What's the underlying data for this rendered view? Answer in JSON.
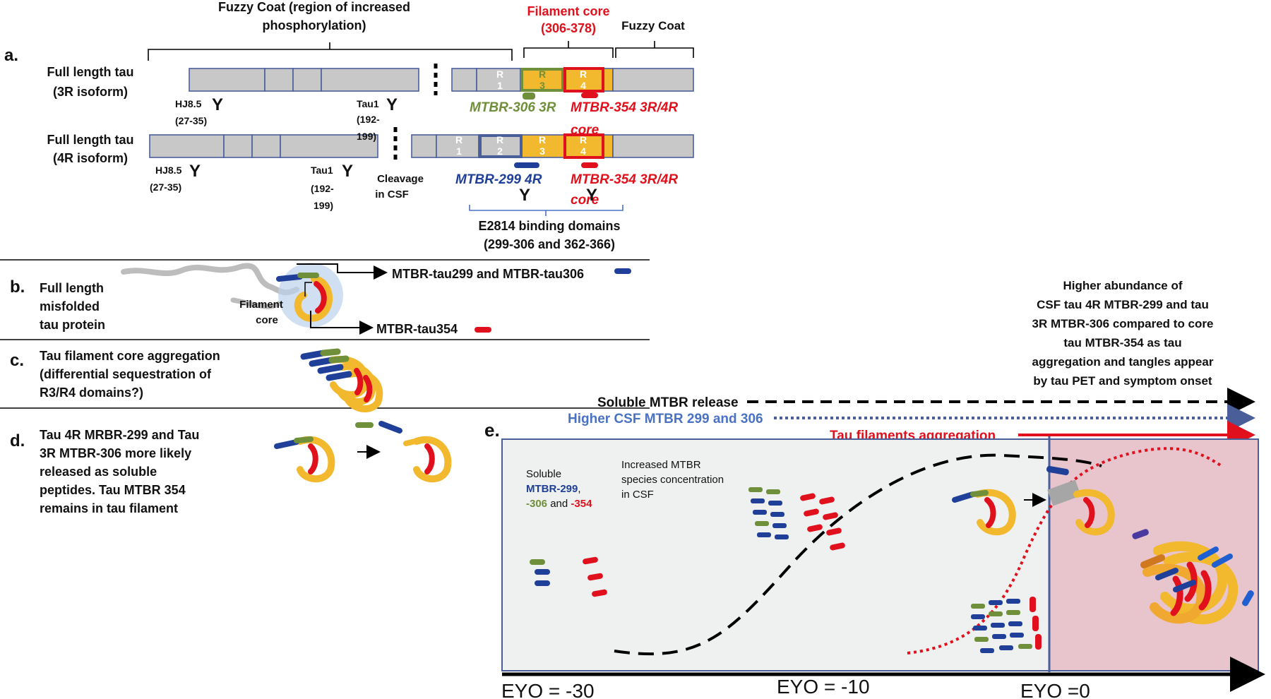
{
  "panel_a": {
    "label": "a.",
    "fuzzy_coat_left_line1": "Fuzzy Coat (region of increased",
    "fuzzy_coat_left_line2": "phosphorylation)",
    "filament_core_title": "Filament core",
    "filament_core_range": "(306-378)",
    "fuzzy_coat_right": "Fuzzy Coat",
    "tau3r_line1": "Full length tau",
    "tau3r_line2": "(3R isoform)",
    "tau4r_line1": "Full length tau",
    "tau4r_line2": "(4R isoform)",
    "r1": "R",
    "r1n": "1",
    "r2": "R",
    "r2n": "2",
    "r3": "R",
    "r3n": "3",
    "r4": "R",
    "r4n": "4",
    "antibody_symbol": "Y",
    "hj85": "HJ8.5",
    "hj85_range": "(27-35)",
    "tau1": "Tau1",
    "tau1_range_a": "(192-",
    "tau1_range_b": "199)",
    "tau1_range_c": "199)",
    "mtbr306": "MTBR-306 3R",
    "mtbr354": "MTBR-354 3R/4R",
    "core": "core",
    "mtbr299": "MTBR-299 4R",
    "cleavage_line1": "Cleavage",
    "cleavage_line2": "in CSF",
    "e2814_line1": "E2814 binding domains",
    "e2814_line2": "(299-306 and 362-366)"
  },
  "panel_b": {
    "label": "b.",
    "line1": "Full length",
    "line2": "misfolded",
    "line3": "tau protein",
    "filament_line1": "Filament",
    "filament_line2": "core",
    "arrow_top": "MTBR-tau299 and MTBR-tau306",
    "arrow_bottom": "MTBR-tau354"
  },
  "panel_c": {
    "label": "c.",
    "line1": "Tau filament core aggregation",
    "line2": "(differential sequestration of",
    "line3": "R3/R4 domains?)"
  },
  "panel_d": {
    "label": "d.",
    "line1": "Tau 4R MRBR-299 and Tau",
    "line2": "3R MTBR-306 more likely",
    "line3": "released as soluble",
    "line4": "peptides. Tau MTBR 354",
    "line5": "remains in tau filament"
  },
  "panel_e": {
    "label": "e.",
    "header_line1": "Higher abundance of",
    "header_line2": "CSF tau 4R MTBR-299 and tau",
    "header_line3": "3R MTBR-306 compared to core",
    "header_line4": "tau MTBR-354 as tau",
    "header_line5": "aggregation and tangles appear",
    "header_line6": "by tau PET and symptom onset",
    "legend_soluble": "Soluble MTBR release",
    "legend_csf": "Higher CSF MTBR 299 and 306",
    "legend_agg": "Tau filaments aggregation",
    "soluble_1": "Soluble",
    "soluble_2": "MTBR-299",
    "soluble_2b": ",",
    "soluble_3a": "-306",
    "soluble_3b": " and ",
    "soluble_3c": "-354",
    "increased_1": "Increased MTBR",
    "increased_2": "species concentration",
    "increased_3": "in CSF",
    "eyo_1": "EYO = -30",
    "eyo_2": "EYO = -10",
    "eyo_3": "EYO =0"
  },
  "colors": {
    "blue": "#1f3f99",
    "green": "#6f8f3a",
    "red": "#e0101c",
    "yellow": "#f2b92f",
    "grey_box": "#c8c8c8",
    "box_border": "#4a5e9a",
    "light_blue_text": "#4a72c4",
    "pink": "#e8c4cc",
    "pale": "#eef1ef"
  }
}
